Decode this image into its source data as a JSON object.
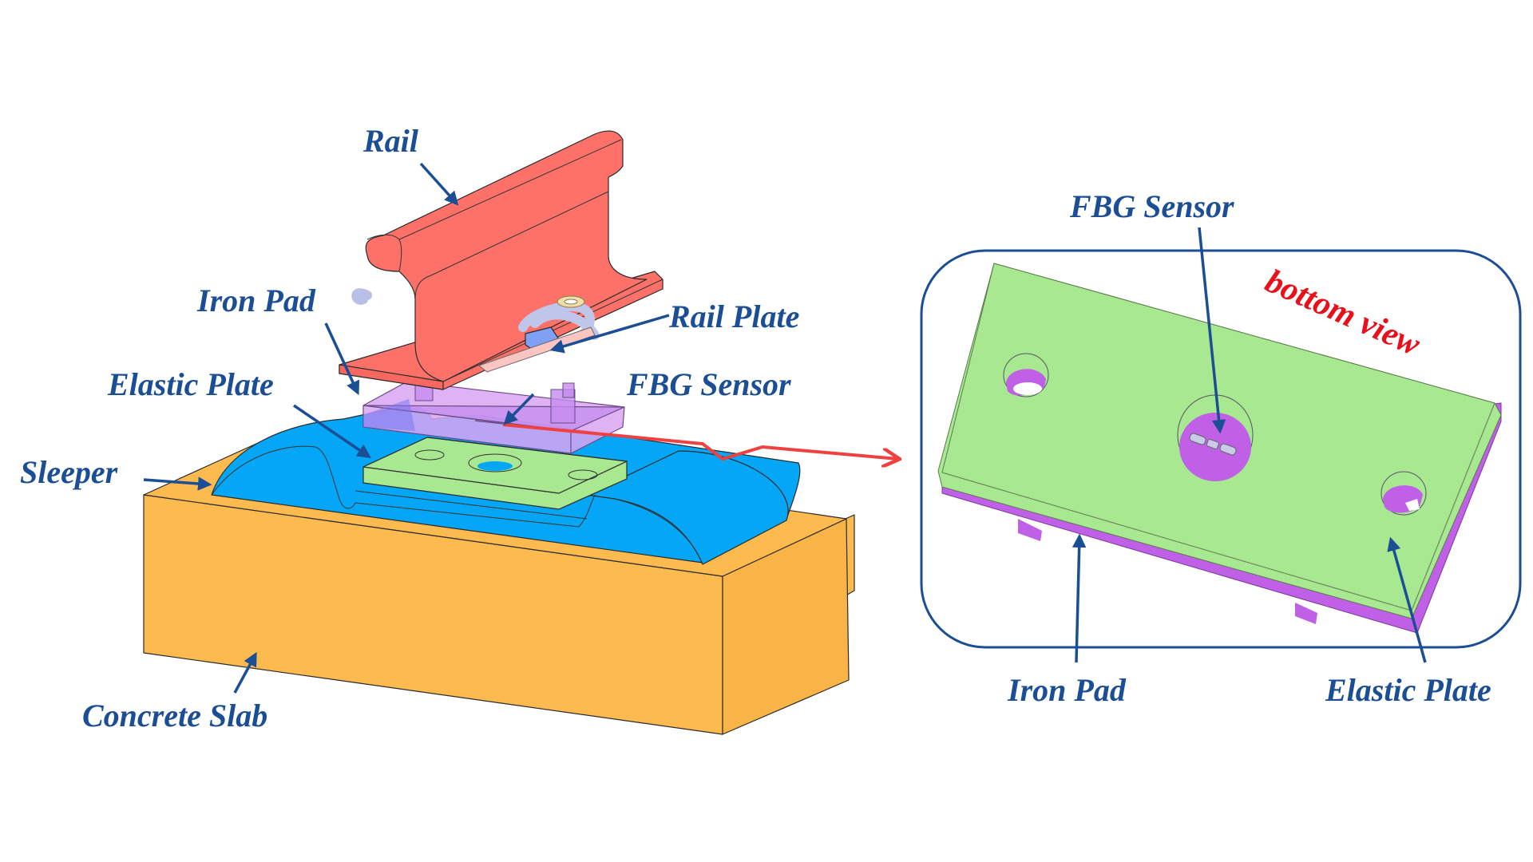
{
  "figure": {
    "title": "FBG sensor installation in rail fastening system",
    "colors": {
      "rail": "#fd7168",
      "iron_pad": "#dca8f4",
      "elastic_plate": "#a8e890",
      "sleeper": "#05a6f5",
      "concrete_slab": "#fdbb4f",
      "rail_plate": "#7fa0f5",
      "label": "#1b4e94",
      "red_arrow": "#f04040",
      "inset_iron_pad": "#bf60e6"
    },
    "left_view": {
      "labels": {
        "rail": "Rail",
        "iron_pad": "Iron Pad",
        "rail_plate": "Rail Plate",
        "elastic_plate": "Elastic Plate",
        "fbg_sensor": "FBG Sensor",
        "sleeper": "Sleeper",
        "concrete_slab": "Concrete Slab"
      }
    },
    "inset": {
      "caption": "bottom view",
      "labels": {
        "fbg_sensor": "FBG Sensor",
        "iron_pad": "Iron Pad",
        "elastic_plate": "Elastic Plate"
      }
    }
  }
}
